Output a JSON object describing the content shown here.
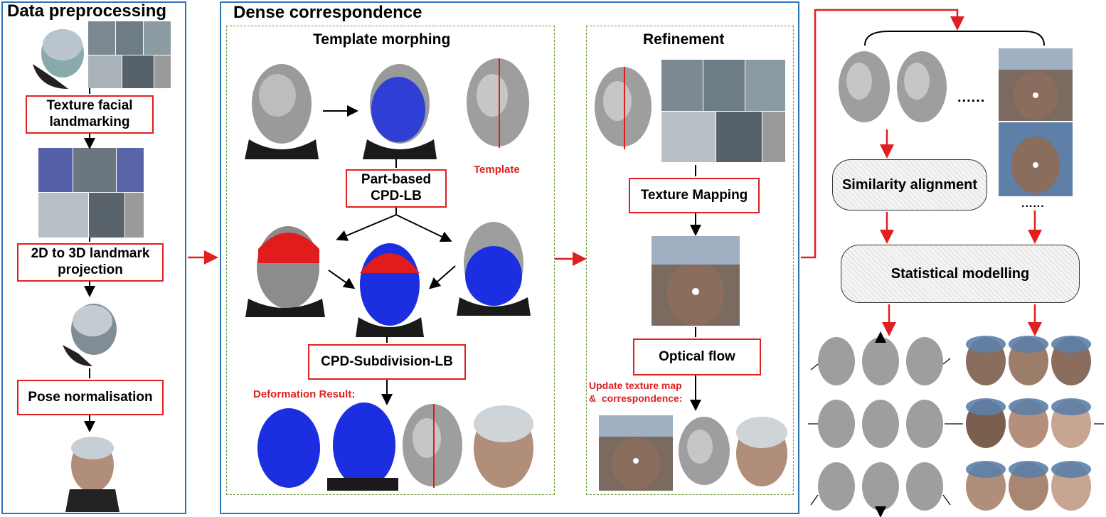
{
  "panels": {
    "preprocessing": {
      "title": "Data preprocessing",
      "steps": [
        "Texture facial\nlandmarking",
        "2D to 3D landmark\nprojection",
        "Pose normalisation"
      ]
    },
    "dense": {
      "title": "Dense correspondence",
      "template_morphing": {
        "title": "Template morphing",
        "template_label": "Template",
        "step1": "Part-based\nCPD-LB",
        "step2": "CPD-Subdivision-LB",
        "result_label": "Deformation Result:"
      },
      "refinement": {
        "title": "Refinement",
        "step1": "Texture Mapping",
        "step2": "Optical flow",
        "update_label": "Update texture map\n&  correspondence:"
      }
    },
    "modelling": {
      "dots_row": "......",
      "dots_col": "......",
      "alignment": "Similarity alignment",
      "statistical": "Statistical modelling"
    }
  },
  "colors": {
    "panel_border": "#2e75b6",
    "step_border": "#e02020",
    "arrow_red": "#e02020",
    "mesh_blue": "#1c2fe0",
    "mesh_red": "#e11c1c",
    "head_grey": "#9a9a9a"
  }
}
